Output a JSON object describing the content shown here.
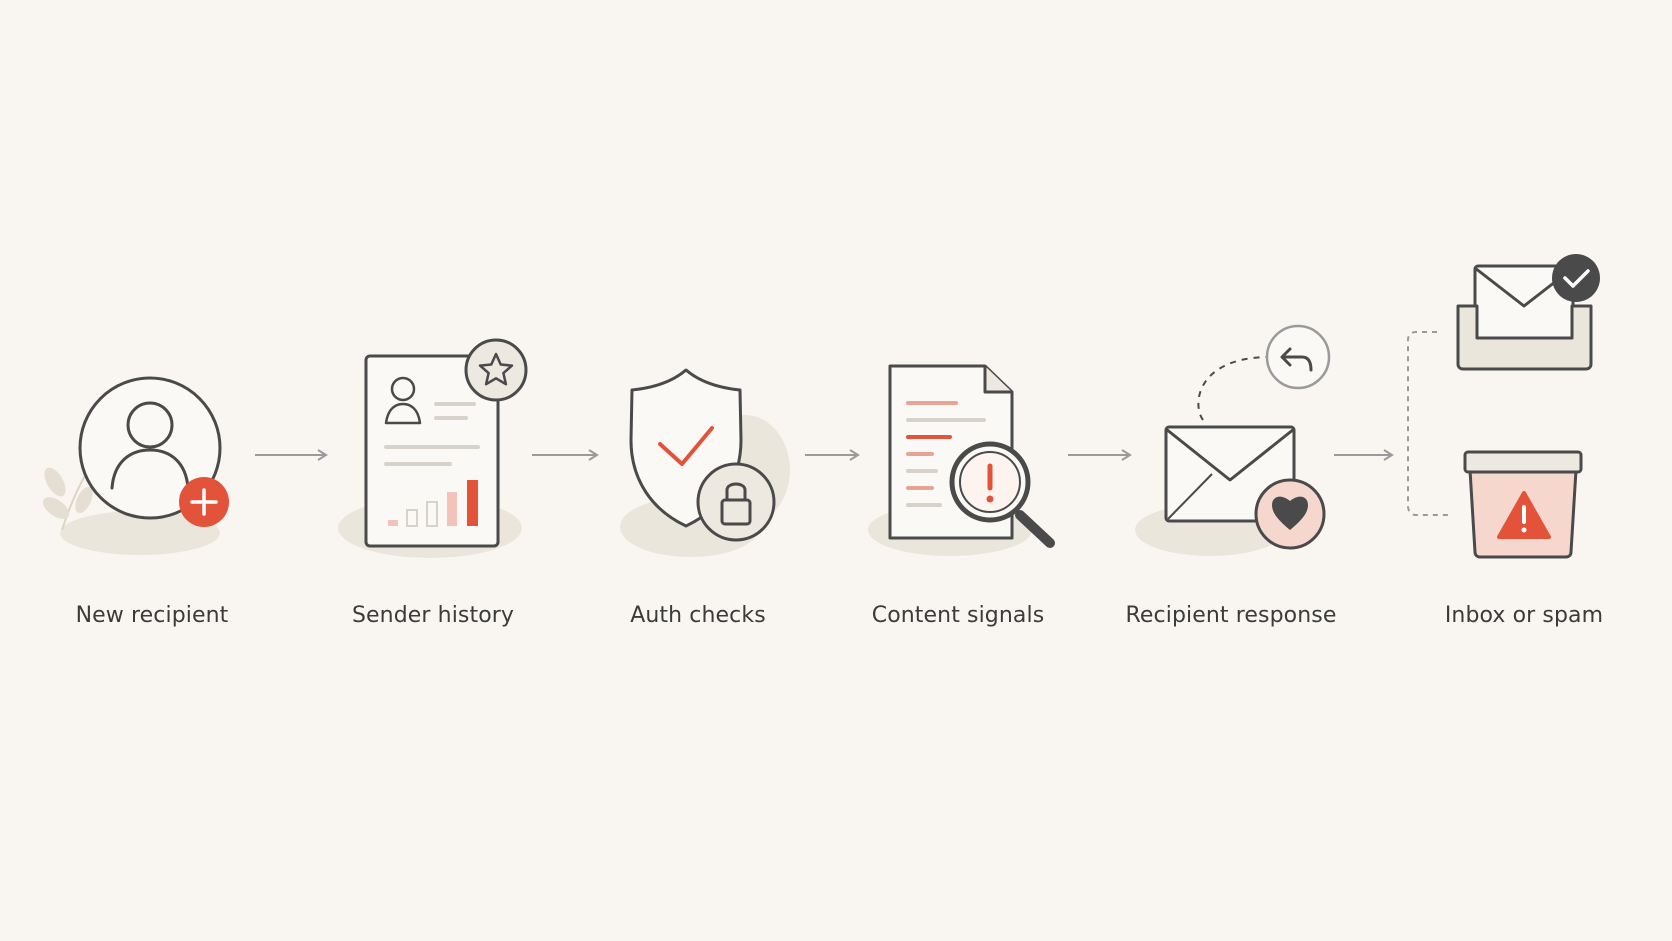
{
  "steps": [
    {
      "label": "New recipient",
      "icon": "person-add-icon"
    },
    {
      "label": "Sender history",
      "icon": "sender-profile-icon"
    },
    {
      "label": "Auth checks",
      "icon": "shield-lock-icon"
    },
    {
      "label": "Content signals",
      "icon": "document-inspect-icon"
    },
    {
      "label": "Recipient response",
      "icon": "envelope-reply-icon"
    },
    {
      "label": "Inbox or spam",
      "icon": "inbox-spam-icon"
    }
  ],
  "colors": {
    "background": "#f9f6f1",
    "stroke": "#4a4a4a",
    "accent": "#e2533a",
    "accent_light": "#f2c3b8",
    "shadow": "#ebe6dc",
    "arrow": "#9a9a9a"
  }
}
